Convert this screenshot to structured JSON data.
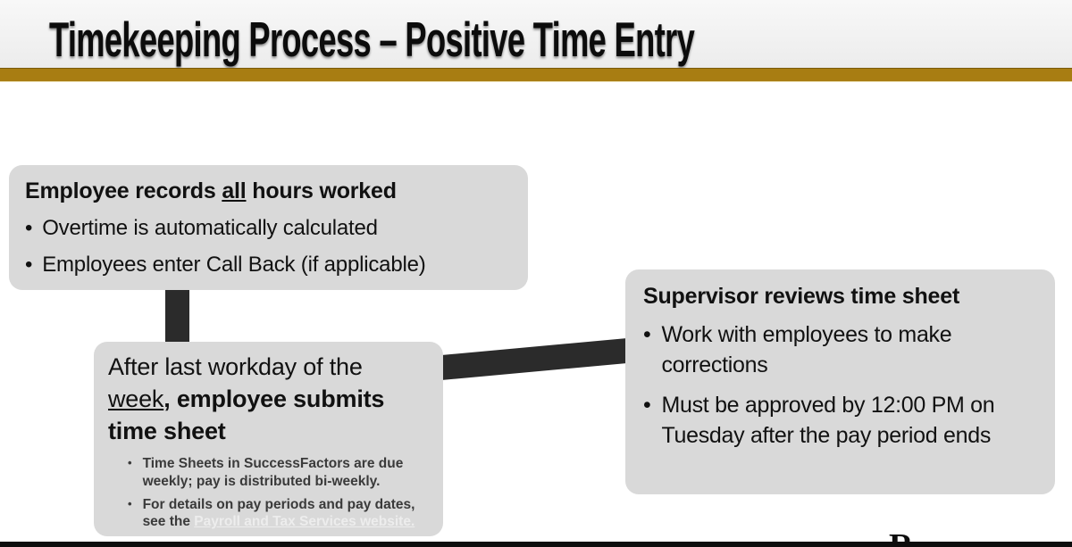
{
  "slide": {
    "title": "Timekeeping Process – Positive Time Entry",
    "accent_gold": "#a87d12",
    "box_gray": "#d9d9d9",
    "connector_color": "#2b2b2b",
    "bullet_glyph": "•"
  },
  "box1": {
    "heading_prefix": "Employee records ",
    "heading_underlined": "all",
    "heading_suffix": " hours worked",
    "bullets": [
      "Overtime is automatically calculated",
      "Employees enter Call Back (if applicable)"
    ]
  },
  "box2": {
    "heading_regular": "After last workday of the ",
    "heading_underlined": "week",
    "heading_separator": ", ",
    "heading_bold": "employee submits time sheet",
    "subbullet1": "Time Sheets in SuccessFactors are due weekly; pay is distributed bi-weekly.",
    "subbullet2_prefix": "For details on pay periods and pay dates, see the ",
    "subbullet2_link": "Payroll and Tax Services website."
  },
  "box3": {
    "heading": "Supervisor reviews time sheet",
    "bullets": [
      "Work with employees to make corrections",
      "Must be approved by 12:00 PM on Tuesday after the pay period ends"
    ]
  },
  "footer": {
    "partial_letter": "R"
  }
}
